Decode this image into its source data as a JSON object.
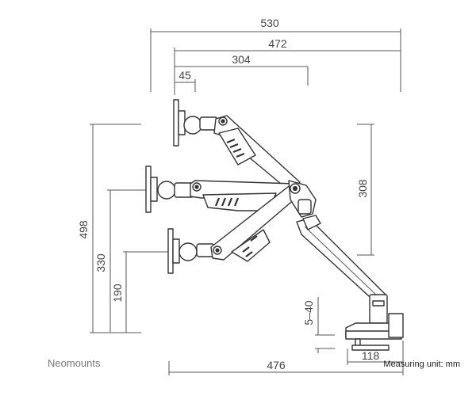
{
  "dimensions": {
    "overall_width": "530",
    "reach_472": "472",
    "reach_304": "304",
    "offset_45": "45",
    "height_498": "498",
    "height_330": "330",
    "height_190": "190",
    "height_308": "308",
    "clamp_range": "5–40",
    "base_width": "476",
    "base_depth": "118"
  },
  "footer": {
    "brand": "Neomounts",
    "unit_note": "Measuring unit: mm"
  },
  "colors": {
    "line": "#333333",
    "dimension": "#555555",
    "text": "#444444"
  }
}
